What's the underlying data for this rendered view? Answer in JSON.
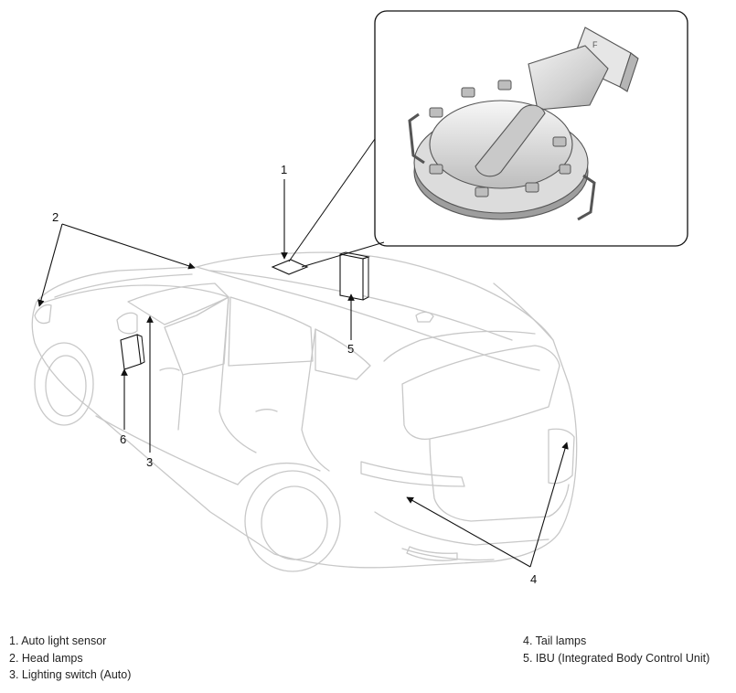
{
  "callouts": {
    "n1": "1",
    "n2": "2",
    "n3": "3",
    "n4": "4",
    "n5": "5",
    "n6": "6"
  },
  "legend": {
    "left": [
      "1. Auto light sensor",
      "2. Head lamps",
      "3. Lighting switch (Auto)"
    ],
    "right": [
      "4. Tail lamps",
      "5. IBU (Integrated Body Control Unit)"
    ]
  },
  "colors": {
    "outline": "#c8c8c8",
    "leader": "#111111",
    "sensor_fill": "#d6d6d6"
  }
}
